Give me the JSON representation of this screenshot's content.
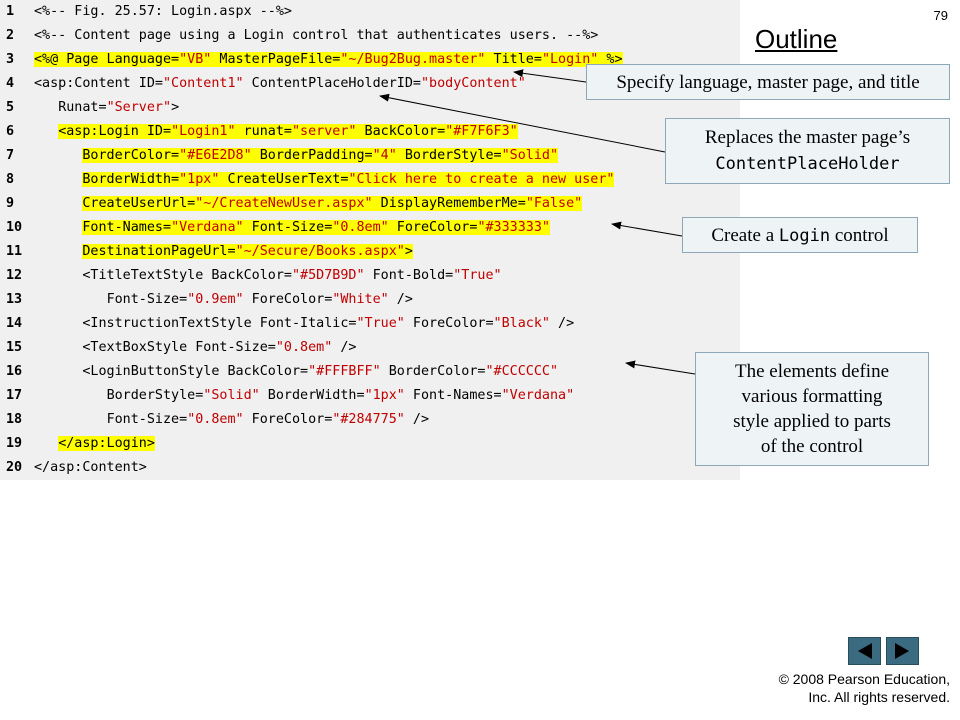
{
  "slide_number": "79",
  "outline_title": "Outline",
  "code_lines": [
    {
      "n": "1",
      "hl": false,
      "parts": [
        [
          "t",
          "<%-- Fig. 25.57: Login.aspx --%>"
        ]
      ]
    },
    {
      "n": "2",
      "hl": false,
      "parts": [
        [
          "t",
          "<%-- Content page using a Login control that authenticates users. --%>"
        ]
      ]
    },
    {
      "n": "3",
      "hl": true,
      "parts": [
        [
          "t",
          "<%@ Page Language="
        ],
        [
          "s",
          "\"VB\""
        ],
        [
          "t",
          " MasterPageFile="
        ],
        [
          "s",
          "\"~/Bug2Bug.master\""
        ],
        [
          "t",
          " Title="
        ],
        [
          "s",
          "\"Login\""
        ],
        [
          "t",
          " %>"
        ]
      ]
    },
    {
      "n": "4",
      "hl": false,
      "parts": [
        [
          "t",
          "<asp:Content ID="
        ],
        [
          "s",
          "\"Content1\""
        ],
        [
          "t",
          " ContentPlaceHolderID="
        ],
        [
          "s",
          "\"bodyContent\""
        ]
      ]
    },
    {
      "n": "5",
      "hl": false,
      "parts": [
        [
          "t",
          "   Runat="
        ],
        [
          "s",
          "\"Server\""
        ],
        [
          "t",
          ">"
        ]
      ]
    },
    {
      "n": "6",
      "hl": true,
      "parts": [
        [
          "t",
          "   <asp:Login ID="
        ],
        [
          "s",
          "\"Login1\""
        ],
        [
          "t",
          " runat="
        ],
        [
          "s",
          "\"server\""
        ],
        [
          "t",
          " BackColor="
        ],
        [
          "s",
          "\"#F7F6F3\""
        ]
      ]
    },
    {
      "n": "7",
      "hl": true,
      "parts": [
        [
          "t",
          "      BorderColor="
        ],
        [
          "s",
          "\"#E6E2D8\""
        ],
        [
          "t",
          " BorderPadding="
        ],
        [
          "s",
          "\"4\""
        ],
        [
          "t",
          " BorderStyle="
        ],
        [
          "s",
          "\"Solid\""
        ]
      ]
    },
    {
      "n": "8",
      "hl": true,
      "parts": [
        [
          "t",
          "      BorderWidth="
        ],
        [
          "s",
          "\"1px\""
        ],
        [
          "t",
          " CreateUserText="
        ],
        [
          "s",
          "\"Click here to create a new user\""
        ]
      ]
    },
    {
      "n": "9",
      "hl": true,
      "parts": [
        [
          "t",
          "      CreateUserUrl="
        ],
        [
          "s",
          "\"~/CreateNewUser.aspx\""
        ],
        [
          "t",
          " DisplayRememberMe="
        ],
        [
          "s",
          "\"False\""
        ]
      ]
    },
    {
      "n": "10",
      "hl": true,
      "parts": [
        [
          "t",
          "      Font-Names="
        ],
        [
          "s",
          "\"Verdana\""
        ],
        [
          "t",
          " Font-Size="
        ],
        [
          "s",
          "\"0.8em\""
        ],
        [
          "t",
          " ForeColor="
        ],
        [
          "s",
          "\"#333333\""
        ]
      ]
    },
    {
      "n": "11",
      "hl": true,
      "parts": [
        [
          "t",
          "      DestinationPageUrl="
        ],
        [
          "s",
          "\"~/Secure/Books.aspx\""
        ],
        [
          "t",
          ">"
        ]
      ]
    },
    {
      "n": "12",
      "hl": false,
      "parts": [
        [
          "t",
          "      <TitleTextStyle BackColor="
        ],
        [
          "s",
          "\"#5D7B9D\""
        ],
        [
          "t",
          " Font-Bold="
        ],
        [
          "s",
          "\"True\""
        ]
      ]
    },
    {
      "n": "13",
      "hl": false,
      "parts": [
        [
          "t",
          "         Font-Size="
        ],
        [
          "s",
          "\"0.9em\""
        ],
        [
          "t",
          " ForeColor="
        ],
        [
          "s",
          "\"White\""
        ],
        [
          "t",
          " />"
        ]
      ]
    },
    {
      "n": "14",
      "hl": false,
      "parts": [
        [
          "t",
          "      <InstructionTextStyle Font-Italic="
        ],
        [
          "s",
          "\"True\""
        ],
        [
          "t",
          " ForeColor="
        ],
        [
          "s",
          "\"Black\""
        ],
        [
          "t",
          " />"
        ]
      ]
    },
    {
      "n": "15",
      "hl": false,
      "parts": [
        [
          "t",
          "      <TextBoxStyle Font-Size="
        ],
        [
          "s",
          "\"0.8em\""
        ],
        [
          "t",
          " />"
        ]
      ]
    },
    {
      "n": "16",
      "hl": false,
      "parts": [
        [
          "t",
          "      <LoginButtonStyle BackColor="
        ],
        [
          "s",
          "\"#FFFBFF\""
        ],
        [
          "t",
          " BorderColor="
        ],
        [
          "s",
          "\"#CCCCCC\""
        ]
      ]
    },
    {
      "n": "17",
      "hl": false,
      "parts": [
        [
          "t",
          "         BorderStyle="
        ],
        [
          "s",
          "\"Solid\""
        ],
        [
          "t",
          " BorderWidth="
        ],
        [
          "s",
          "\"1px\""
        ],
        [
          "t",
          " Font-Names="
        ],
        [
          "s",
          "\"Verdana\""
        ]
      ]
    },
    {
      "n": "18",
      "hl": false,
      "parts": [
        [
          "t",
          "         Font-Size="
        ],
        [
          "s",
          "\"0.8em\""
        ],
        [
          "t",
          " ForeColor="
        ],
        [
          "s",
          "\"#284775\""
        ],
        [
          "t",
          " />"
        ]
      ]
    },
    {
      "n": "19",
      "hl": true,
      "parts": [
        [
          "t",
          "   </asp:Login>"
        ]
      ]
    },
    {
      "n": "20",
      "hl": false,
      "parts": [
        [
          "t",
          "</asp:Content>"
        ]
      ]
    }
  ],
  "callouts": {
    "c1": "Specify language, master page, and title",
    "c2_line1": "Replaces the master page’s",
    "c2_line2": "ContentPlaceHolder",
    "c3_pre": "Create a ",
    "c3_mono": "Login",
    "c3_post": " control",
    "c4_line1": "The elements define",
    "c4_line2": "various formatting",
    "c4_line3": "style applied to parts",
    "c4_line4": "of the control"
  },
  "copyright_line1": "© 2008 Pearson Education,",
  "copyright_line2": "Inc.  All rights reserved.",
  "colors": {
    "highlight": "#ffff00",
    "string": "#c00000",
    "code_background": "#f0f0f0",
    "nav_button": "#3a6b80",
    "callout_background": "#eef3f6"
  },
  "icons": {
    "prev": "triangle-left-icon",
    "next": "triangle-right-icon"
  }
}
